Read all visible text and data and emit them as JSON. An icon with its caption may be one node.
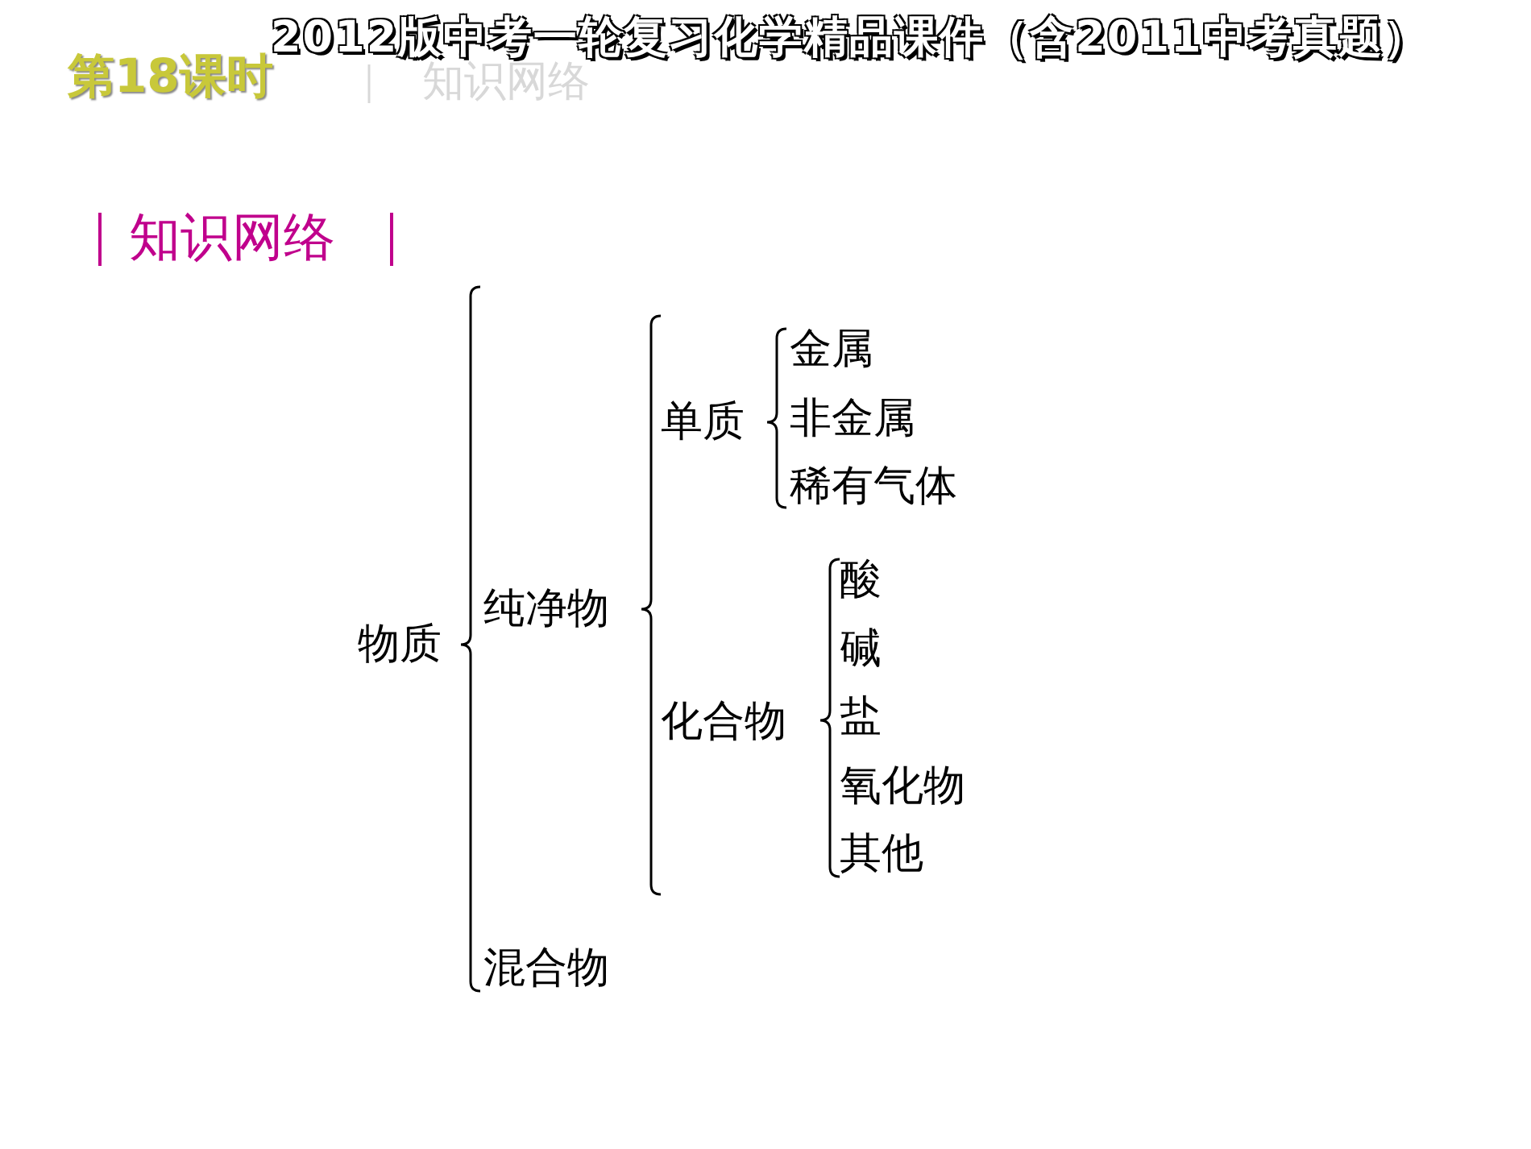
{
  "diagram": {
    "title": "2012版中考一轮复习化学精品课件（含2011中考真题）",
    "labels": [
      "第18课时",
      "知识网络",
      "知识网络",
      "金属",
      "单质",
      "非金属",
      "稀有气体",
      "酸",
      "纯净物",
      "物质",
      "碱",
      "化合物",
      "盐",
      "氧化物",
      "其他",
      "混合物"
    ]
  }
}
